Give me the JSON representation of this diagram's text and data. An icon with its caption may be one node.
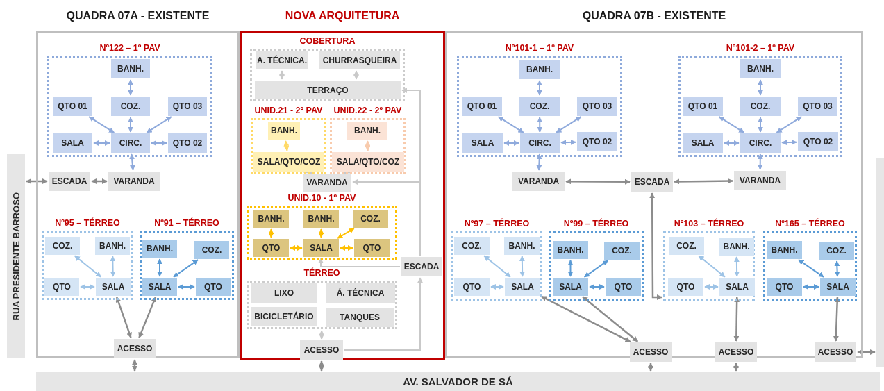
{
  "diagram": {
    "nodes": [
      {
        "text": [
          "QUADRA 07A - EXISTENTE"
        ]
      },
      {
        "text": [
          "NOVA ARQUITETURA"
        ]
      },
      {
        "text": [
          "QUADRA 07B - EXISTENTE"
        ]
      },
      {
        "text": [
          "RUA PRESIDENTE BARROSO"
        ]
      },
      {
        "text": [
          "AV. SALVADOR DE SÁ"
        ]
      },
      {
        "text": [],
        "shape": "bar"
      },
      {
        "text": [
          "Nº122 – 1º PAV"
        ],
        "in": 0
      },
      {
        "text": [
          "BANH."
        ],
        "in": 6
      },
      {
        "text": [
          "QTO 01"
        ],
        "in": 6
      },
      {
        "text": [
          "COZ."
        ],
        "in": 6
      },
      {
        "text": [
          "QTO 03"
        ],
        "in": 6
      },
      {
        "text": [
          "SALA"
        ],
        "in": 6
      },
      {
        "text": [
          "CIRC."
        ],
        "in": 6
      },
      {
        "text": [
          "QTO 02"
        ],
        "in": 6
      },
      {
        "text": [
          "ESCADA"
        ],
        "in": 0
      },
      {
        "text": [
          "VARANDA"
        ],
        "in": 0
      },
      {
        "text": [
          "Nº95 – TÉRREO"
        ],
        "in": 0
      },
      {
        "text": [
          "COZ."
        ],
        "in": 16
      },
      {
        "text": [
          "BANH."
        ],
        "in": 16
      },
      {
        "text": [
          "QTO"
        ],
        "in": 16
      },
      {
        "text": [
          "SALA"
        ],
        "in": 16
      },
      {
        "text": [
          "Nº91 – TÉRREO"
        ],
        "in": 0
      },
      {
        "text": [
          "BANH."
        ],
        "in": 21
      },
      {
        "text": [
          "COZ."
        ],
        "in": 21
      },
      {
        "text": [
          "SALA"
        ],
        "in": 21
      },
      {
        "text": [
          "QTO"
        ],
        "in": 21
      },
      {
        "text": [
          "ACESSO"
        ],
        "in": 0
      },
      {
        "text": [
          "COBERTURA"
        ],
        "in": 1
      },
      {
        "text": [
          "A. TÉCNICA."
        ],
        "in": 27
      },
      {
        "text": [
          "CHURRASQUEIRA"
        ],
        "in": 27
      },
      {
        "text": [
          "TERRAÇO"
        ],
        "in": 27
      },
      {
        "text": [
          "UNID.21 - 2º PAV"
        ],
        "in": 1
      },
      {
        "text": [
          "BANH."
        ],
        "in": 31
      },
      {
        "text": [
          "SALA/QTO/COZ"
        ],
        "in": 31
      },
      {
        "text": [
          "UNID.22 - 2º PAV"
        ],
        "in": 1
      },
      {
        "text": [
          "BANH."
        ],
        "in": 34
      },
      {
        "text": [
          "SALA/QTO/COZ"
        ],
        "in": 34
      },
      {
        "text": [
          "VARANDA"
        ],
        "in": 1
      },
      {
        "text": [
          "UNID.10 - 1º PAV"
        ],
        "in": 1
      },
      {
        "text": [
          "BANH."
        ],
        "in": 38
      },
      {
        "text": [
          "BANH."
        ],
        "in": 38
      },
      {
        "text": [
          "COZ."
        ],
        "in": 38
      },
      {
        "text": [
          "QTO"
        ],
        "in": 38
      },
      {
        "text": [
          "SALA"
        ],
        "in": 38
      },
      {
        "text": [
          "QTO"
        ],
        "in": 38
      },
      {
        "text": [
          "ESCADA"
        ],
        "in": 1
      },
      {
        "text": [
          "TÉRREO"
        ],
        "in": 1
      },
      {
        "text": [
          "LIXO"
        ],
        "in": 46
      },
      {
        "text": [
          "Á. TÉCNICA"
        ],
        "in": 46
      },
      {
        "text": [
          "BICICLETÁRIO"
        ],
        "in": 46
      },
      {
        "text": [
          "TANQUES"
        ],
        "in": 46
      },
      {
        "text": [
          "ACESSO"
        ],
        "in": 1
      },
      {
        "text": [
          "Nº101-1 – 1º PAV"
        ],
        "in": 2
      },
      {
        "text": [
          "BANH."
        ],
        "in": 52
      },
      {
        "text": [
          "QTO 01"
        ],
        "in": 52
      },
      {
        "text": [
          "COZ."
        ],
        "in": 52
      },
      {
        "text": [
          "QTO 03"
        ],
        "in": 52
      },
      {
        "text": [
          "SALA"
        ],
        "in": 52
      },
      {
        "text": [
          "CIRC."
        ],
        "in": 52
      },
      {
        "text": [
          "QTO 02"
        ],
        "in": 52
      },
      {
        "text": [
          "VARANDA"
        ],
        "in": 2
      },
      {
        "text": [
          "ESCADA"
        ],
        "in": 2
      },
      {
        "text": [
          "Nº101-2 – 1º PAV"
        ],
        "in": 2
      },
      {
        "text": [
          "BANH."
        ],
        "in": 62
      },
      {
        "text": [
          "QTO 01"
        ],
        "in": 62
      },
      {
        "text": [
          "COZ."
        ],
        "in": 62
      },
      {
        "text": [
          "QTO 03"
        ],
        "in": 62
      },
      {
        "text": [
          "SALA"
        ],
        "in": 62
      },
      {
        "text": [
          "CIRC."
        ],
        "in": 62
      },
      {
        "text": [
          "QTO 02"
        ],
        "in": 62
      },
      {
        "text": [
          "VARANDA"
        ],
        "in": 2
      },
      {
        "text": [
          "Nº97 – TÉRREO"
        ],
        "in": 2
      },
      {
        "text": [
          "COZ."
        ],
        "in": 71
      },
      {
        "text": [
          "BANH."
        ],
        "in": 71
      },
      {
        "text": [
          "QTO"
        ],
        "in": 71
      },
      {
        "text": [
          "SALA"
        ],
        "in": 71
      },
      {
        "text": [
          "Nº99 – TÉRREO"
        ],
        "in": 2
      },
      {
        "text": [
          "BANH."
        ],
        "in": 76
      },
      {
        "text": [
          "COZ."
        ],
        "in": 76
      },
      {
        "text": [
          "SALA"
        ],
        "in": 76
      },
      {
        "text": [
          "QTO"
        ],
        "in": 76
      },
      {
        "text": [
          "Nº103 – TÉRREO"
        ],
        "in": 2
      },
      {
        "text": [
          "COZ."
        ],
        "in": 81
      },
      {
        "text": [
          "BANH."
        ],
        "in": 81
      },
      {
        "text": [
          "QTO"
        ],
        "in": 81
      },
      {
        "text": [
          "SALA"
        ],
        "in": 81
      },
      {
        "text": [
          "Nº165 – TÉRREO"
        ],
        "in": 2
      },
      {
        "text": [
          "BANH."
        ],
        "in": 86
      },
      {
        "text": [
          "COZ."
        ],
        "in": 86
      },
      {
        "text": [
          "QTO"
        ],
        "in": 86
      },
      {
        "text": [
          "SALA"
        ],
        "in": 86
      },
      {
        "text": [
          "ACESSO"
        ],
        "in": 2
      },
      {
        "text": [
          "ACESSO"
        ],
        "in": 2
      },
      {
        "text": [
          "ACESSO"
        ],
        "in": 2
      }
    ],
    "edges": [
      {
        "from": 3,
        "to": 14,
        "arrow": "both"
      },
      {
        "from": 14,
        "to": 15,
        "arrow": "both"
      },
      {
        "from": 7,
        "to": 9,
        "arrow": "both",
        "color": "#8faadc"
      },
      {
        "from": 9,
        "to": 12,
        "arrow": "both",
        "color": "#8faadc"
      },
      {
        "from": 8,
        "to": 12,
        "arrow": "both",
        "color": "#8faadc"
      },
      {
        "from": 10,
        "to": 12,
        "arrow": "both",
        "color": "#8faadc"
      },
      {
        "from": 11,
        "to": 12,
        "arrow": "both",
        "color": "#8faadc"
      },
      {
        "from": 12,
        "to": 13,
        "arrow": "both",
        "color": "#8faadc"
      },
      {
        "from": 12,
        "to": 15,
        "arrow": "both",
        "color": "#8faadc"
      },
      {
        "from": 17,
        "to": 20,
        "arrow": "both",
        "color": "#9dc3e6"
      },
      {
        "from": 18,
        "to": 20,
        "arrow": "both",
        "color": "#9dc3e6"
      },
      {
        "from": 19,
        "to": 20,
        "arrow": "both",
        "color": "#9dc3e6"
      },
      {
        "from": 22,
        "to": 24,
        "arrow": "both",
        "color": "#5b9bd5"
      },
      {
        "from": 23,
        "to": 24,
        "arrow": "both",
        "color": "#5b9bd5"
      },
      {
        "from": 24,
        "to": 25,
        "arrow": "both",
        "color": "#5b9bd5"
      },
      {
        "from": 20,
        "to": 26,
        "arrow": "both"
      },
      {
        "from": 24,
        "to": 26,
        "arrow": "both"
      },
      {
        "from": 26,
        "to": 4,
        "arrow": "both"
      },
      {
        "from": 28,
        "to": 30,
        "arrow": "both",
        "color": "#c9c9c9"
      },
      {
        "from": 29,
        "to": 30,
        "arrow": "both",
        "color": "#c9c9c9"
      },
      {
        "from": 32,
        "to": 33,
        "arrow": "both",
        "color": "#ffd966"
      },
      {
        "from": 35,
        "to": 36,
        "arrow": "both",
        "color": "#f8cbad"
      },
      {
        "from": 33,
        "to": 37,
        "arrow": "both",
        "color": "#c9c9c9"
      },
      {
        "from": 36,
        "to": 37,
        "arrow": "both",
        "color": "#c9c9c9"
      },
      {
        "from": 39,
        "to": 42,
        "arrow": "both",
        "color": "#ffc000"
      },
      {
        "from": 40,
        "to": 43,
        "arrow": "both",
        "color": "#ffc000"
      },
      {
        "from": 41,
        "to": 43,
        "arrow": "both",
        "color": "#ffc000"
      },
      {
        "from": 42,
        "to": 43,
        "arrow": "both",
        "color": "#ffc000"
      },
      {
        "from": 43,
        "to": 44,
        "arrow": "both",
        "color": "#ffc000"
      },
      {
        "from": 45,
        "to": 30,
        "arrow": "to",
        "color": "#c9c9c9"
      },
      {
        "from": 45,
        "to": 37,
        "arrow": "to",
        "color": "#c9c9c9"
      },
      {
        "from": 45,
        "to": 43,
        "arrow": "to",
        "color": "#c9c9c9"
      },
      {
        "from": 51,
        "to": 45,
        "arrow": "to",
        "color": "#c9c9c9"
      },
      {
        "from": 46,
        "to": 51,
        "arrow": "both",
        "color": "#c9c9c9"
      },
      {
        "from": 51,
        "to": 4,
        "arrow": "both"
      },
      {
        "from": 53,
        "to": 55,
        "arrow": "both",
        "color": "#8faadc"
      },
      {
        "from": 55,
        "to": 58,
        "arrow": "both",
        "color": "#8faadc"
      },
      {
        "from": 54,
        "to": 58,
        "arrow": "both",
        "color": "#8faadc"
      },
      {
        "from": 56,
        "to": 58,
        "arrow": "both",
        "color": "#8faadc"
      },
      {
        "from": 57,
        "to": 58,
        "arrow": "both",
        "color": "#8faadc"
      },
      {
        "from": 58,
        "to": 59,
        "arrow": "both",
        "color": "#8faadc"
      },
      {
        "from": 58,
        "to": 60,
        "arrow": "both",
        "color": "#8faadc"
      },
      {
        "from": 60,
        "to": 61,
        "arrow": "both"
      },
      {
        "from": 63,
        "to": 65,
        "arrow": "both",
        "color": "#8faadc"
      },
      {
        "from": 65,
        "to": 68,
        "arrow": "both",
        "color": "#8faadc"
      },
      {
        "from": 64,
        "to": 68,
        "arrow": "both",
        "color": "#8faadc"
      },
      {
        "from": 66,
        "to": 68,
        "arrow": "both",
        "color": "#8faadc"
      },
      {
        "from": 67,
        "to": 68,
        "arrow": "both",
        "color": "#8faadc"
      },
      {
        "from": 68,
        "to": 69,
        "arrow": "both",
        "color": "#8faadc"
      },
      {
        "from": 68,
        "to": 70,
        "arrow": "both",
        "color": "#8faadc"
      },
      {
        "from": 61,
        "to": 70,
        "arrow": "both"
      },
      {
        "from": 61,
        "to": 81,
        "arrow": "both"
      },
      {
        "from": 72,
        "to": 75,
        "arrow": "both",
        "color": "#9dc3e6"
      },
      {
        "from": 73,
        "to": 75,
        "arrow": "both",
        "color": "#9dc3e6"
      },
      {
        "from": 74,
        "to": 75,
        "arrow": "both",
        "color": "#9dc3e6"
      },
      {
        "from": 77,
        "to": 79,
        "arrow": "both",
        "color": "#5b9bd5"
      },
      {
        "from": 78,
        "to": 79,
        "arrow": "both",
        "color": "#5b9bd5"
      },
      {
        "from": 79,
        "to": 80,
        "arrow": "both",
        "color": "#5b9bd5"
      },
      {
        "from": 82,
        "to": 85,
        "arrow": "both",
        "color": "#9dc3e6"
      },
      {
        "from": 83,
        "to": 85,
        "arrow": "both",
        "color": "#9dc3e6"
      },
      {
        "from": 84,
        "to": 85,
        "arrow": "both",
        "color": "#9dc3e6"
      },
      {
        "from": 87,
        "to": 90,
        "arrow": "both",
        "color": "#5b9bd5"
      },
      {
        "from": 88,
        "to": 90,
        "arrow": "both",
        "color": "#5b9bd5"
      },
      {
        "from": 89,
        "to": 90,
        "arrow": "both",
        "color": "#5b9bd5"
      },
      {
        "from": 75,
        "to": 91,
        "arrow": "both"
      },
      {
        "from": 79,
        "to": 91,
        "arrow": "both"
      },
      {
        "from": 85,
        "to": 92,
        "arrow": "both"
      },
      {
        "from": 90,
        "to": 93,
        "arrow": "both"
      },
      {
        "from": 91,
        "to": 4,
        "arrow": "both"
      },
      {
        "from": 92,
        "to": 4,
        "arrow": "both"
      },
      {
        "from": 93,
        "to": 5,
        "arrow": "both"
      }
    ]
  }
}
